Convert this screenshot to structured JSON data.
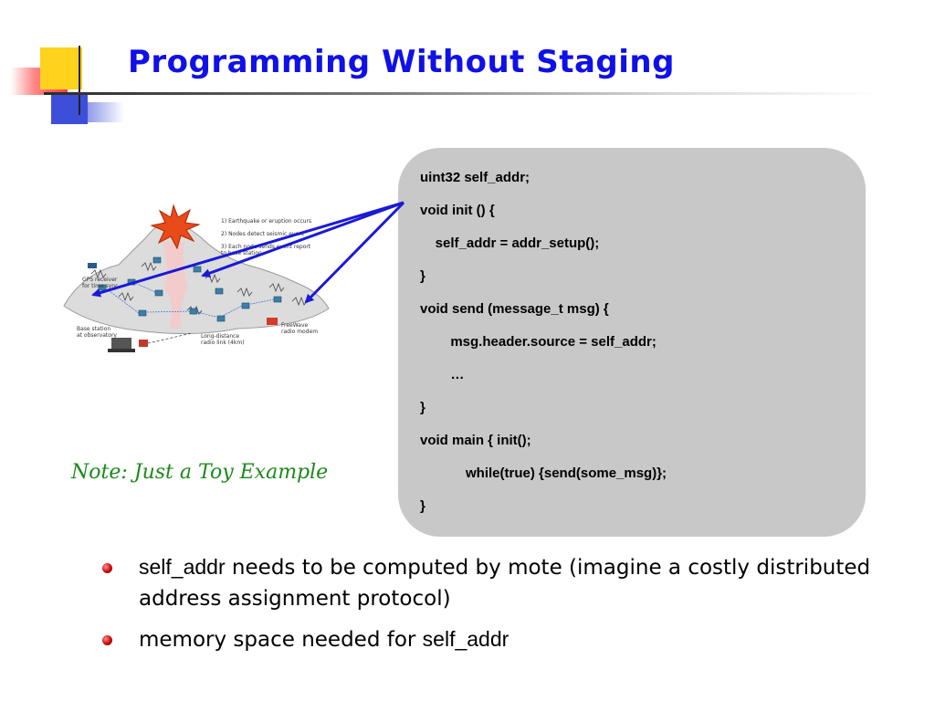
{
  "slide": {
    "title": "Programming Without Staging",
    "note": "Note: Just a Toy Example"
  },
  "figure": {
    "labels": {
      "event1": "1) Earthquake or eruption occurs",
      "event2": "2) Nodes detect seismic event",
      "event3": "3) Each node sends event report",
      "event3b": "to base station",
      "gps1": "GPS receiver",
      "gps2": "for time sync",
      "base1": "Base station",
      "base2": "at observatory",
      "link1": "Long-distance",
      "link2": "radio link (4km)",
      "modem1": "FreeWave",
      "modem2": "radio modem"
    }
  },
  "code": {
    "lines": [
      "uint32 self_addr;",
      "void init () {",
      "    self_addr = addr_setup();",
      "}",
      "void send (message_t msg) {",
      "        msg.header.source = self_addr;",
      "        …",
      "}",
      "void main { init();",
      "            while(true) {send(some_msg)};",
      "}"
    ]
  },
  "bullets": [
    {
      "code_a": "self_addr",
      "text_a": " needs to be computed by mote (imagine a costly distributed address assignment protocol)"
    },
    {
      "text_a": "memory space needed for ",
      "code_a": "self_addr"
    }
  ],
  "colors": {
    "title": "#1010e8",
    "note": "#1a8a1a",
    "arrow": "#1a1ad6",
    "panel": "#c8c8c8"
  }
}
